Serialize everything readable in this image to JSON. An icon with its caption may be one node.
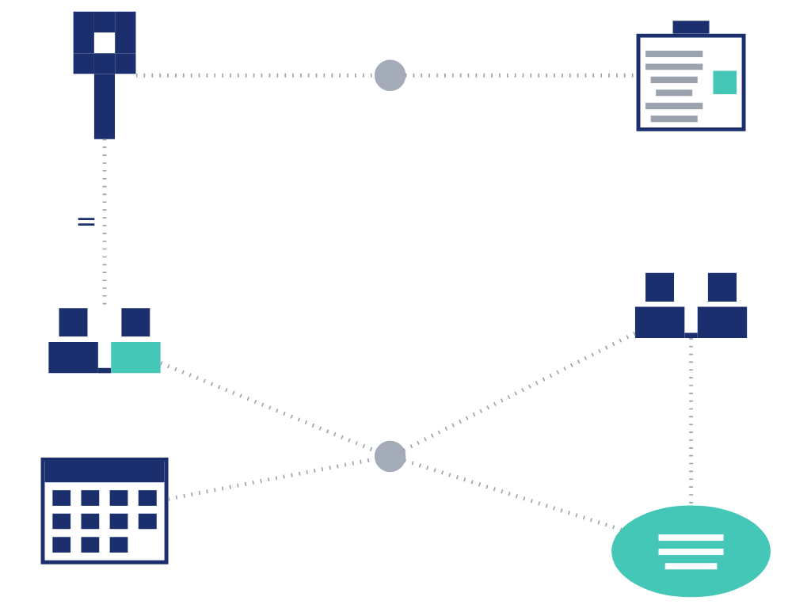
{
  "diagram": {
    "nodes": [
      {
        "text": [],
        "shape": "picture"
      },
      {
        "text": [],
        "shape": "picture"
      },
      {
        "text": [],
        "shape": "circle"
      },
      {
        "text": [],
        "shape": "picture"
      },
      {
        "text": [],
        "shape": "circle"
      },
      {
        "text": [],
        "shape": "picture"
      },
      {
        "text": [],
        "shape": "picture"
      },
      {
        "text": [],
        "shape": "picture"
      }
    ],
    "edges": [
      {
        "from": 0,
        "to": 2,
        "arrow": "none"
      },
      {
        "from": 2,
        "to": 1,
        "arrow": "none"
      },
      {
        "from": 0,
        "to": 3,
        "arrow": "none",
        "label": "="
      },
      {
        "from": 3,
        "to": 4,
        "arrow": "none"
      },
      {
        "from": 4,
        "to": 5,
        "arrow": "none"
      },
      {
        "from": 6,
        "to": 4,
        "arrow": "none"
      },
      {
        "from": 4,
        "to": 7,
        "arrow": "none"
      },
      {
        "from": 5,
        "to": 7,
        "arrow": "none"
      }
    ]
  }
}
